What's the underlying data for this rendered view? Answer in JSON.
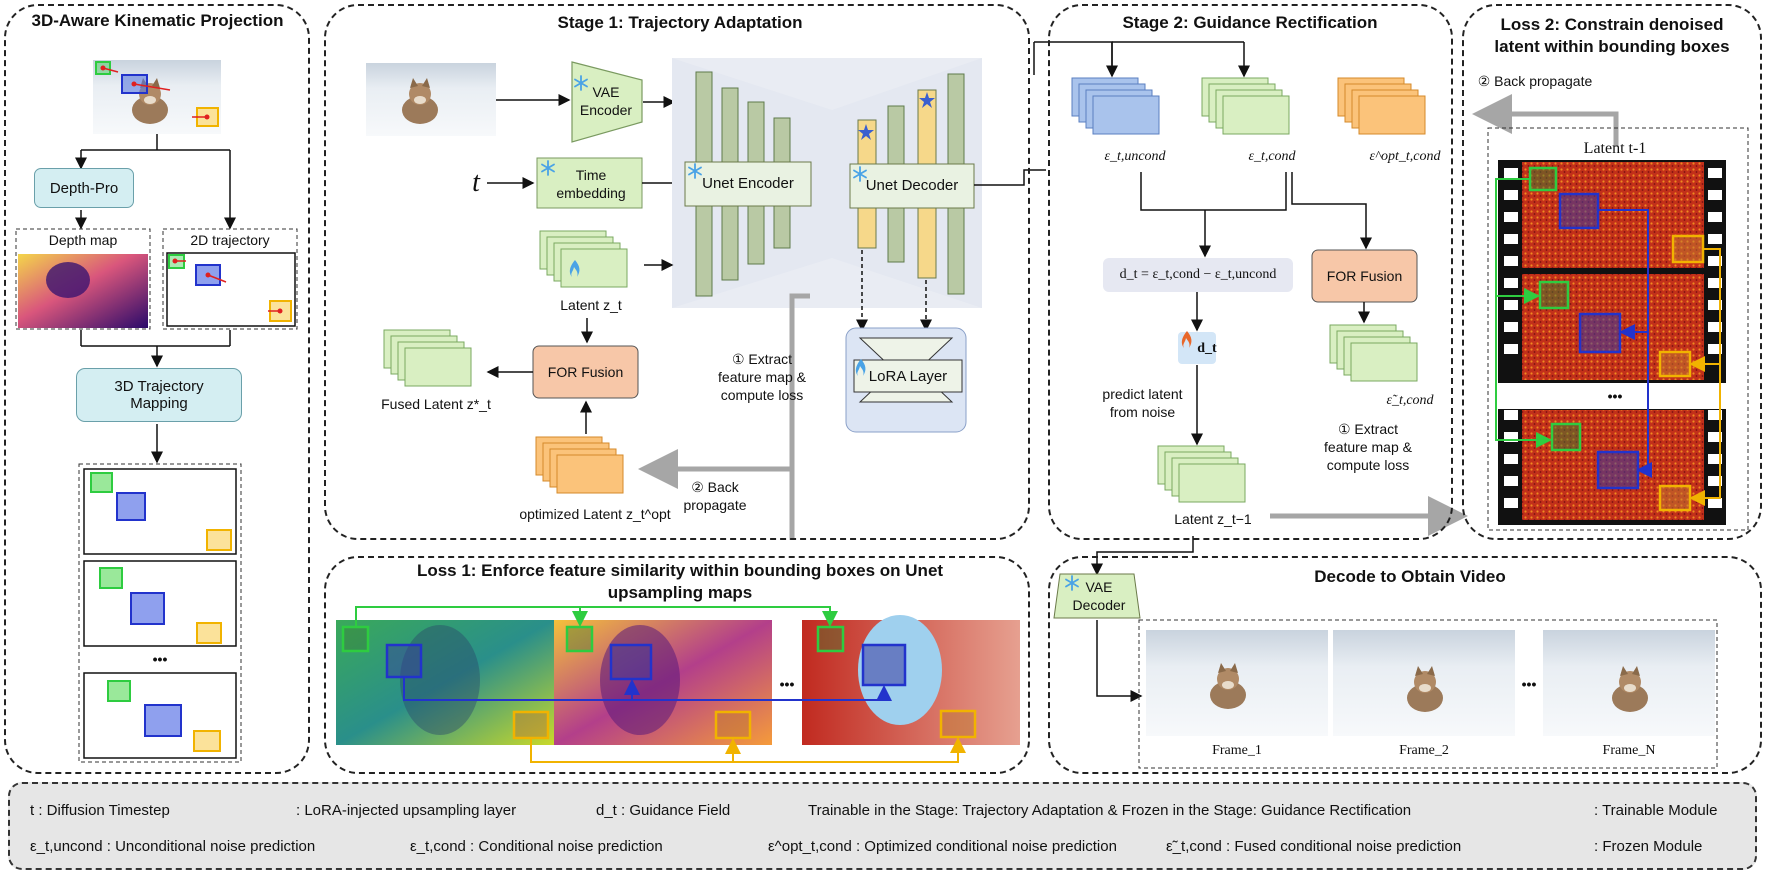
{
  "panels": {
    "kinematic": {
      "title": "3D-Aware Kinematic Projection"
    },
    "stage1": {
      "title": "Stage 1: Trajectory Adaptation"
    },
    "stage2": {
      "title": "Stage 2:  Guidance Rectification"
    },
    "loss2": {
      "title": "Loss 2: Constrain denoised latent within bounding boxes"
    },
    "loss1": {
      "title": "Loss 1: Enforce feature similarity within bounding boxes on Unet upsampling maps"
    },
    "decode": {
      "title": "Decode to Obtain Video"
    }
  },
  "kinematic": {
    "depth_pro": "Depth-Pro",
    "depth_map": "Depth map",
    "trajectory_2d": "2D trajectory",
    "mapping": "3D Trajectory Mapping",
    "ellipsis": "•••"
  },
  "stage1": {
    "vae_encoder": "VAE Encoder",
    "time_symbol": "t",
    "time_embedding": "Time embedding",
    "unet_encoder": "Unet Encoder",
    "unet_decoder": "Unet Decoder",
    "latent_label": "Latent z_t",
    "for_fusion": "FOR Fusion",
    "fused_latent": "Fused Latent z*_t",
    "optimized_latent": "optimized Latent z_t^opt",
    "back_propagate": "② Back propagate",
    "extract": "① Extract feature map & compute loss",
    "lora_layer": "LoRA Layer"
  },
  "stage2": {
    "eps_uncond": "ε_t,uncond",
    "eps_cond": "ε_t,cond",
    "eps_opt": "ε^opt_t,cond",
    "guidance_eq": "d_t = ε_t,cond − ε_t,uncond",
    "dt": "d_t",
    "predict": "predict latent from noise",
    "for_fusion": "FOR Fusion",
    "eps_fused": "ε̃_t,cond",
    "latent_next": "Latent z_t−1",
    "extract": "① Extract feature map & compute loss"
  },
  "loss2": {
    "back_propagate": "② Back propagate",
    "latent": "Latent t-1",
    "ellipsis": "•••"
  },
  "loss1": {
    "ellipsis": "•••"
  },
  "decode": {
    "vae_decoder": "VAE Decoder",
    "frames": [
      "Frame_1",
      "Frame_2",
      "Frame_N"
    ],
    "ellipsis": "•••"
  },
  "legend": {
    "timestep": "t : Diffusion Timestep",
    "lora_injected": ": LoRA-injected upsampling layer",
    "guidance": "d_t : Guidance Field",
    "trainable_stage": "Trainable in the Stage: Trajectory Adaptation & Frozen in the Stage:  Guidance Rectification",
    "trainable_module": ": Trainable Module",
    "uncond": "ε_t,uncond : Unconditional noise prediction",
    "cond": "ε_t,cond : Conditional noise prediction",
    "opt": "ε^opt_t,cond : Optimized conditional noise prediction",
    "fused": "ε̃_t,cond : Fused conditional noise prediction",
    "frozen": ": Frozen Module"
  },
  "colors": {
    "unet": "#b9c9a4",
    "lora": "#f6d88a",
    "fusion": "#f7c7a8",
    "info": "#d4eef2",
    "green_latent": "#d9efc2",
    "blue_latent": "#a9c3ec",
    "orange_latent": "#fbc37a",
    "bbox_green": "#2ecc40",
    "bbox_blue": "#2233cc",
    "bbox_yellow": "#f1b300",
    "arrow_gray": "#a6a6a6"
  },
  "icons": {
    "frozen": "snowflake-icon",
    "trainable": "flame-icon",
    "lora_trainable": "blue-flame-icon",
    "star": "star-icon"
  }
}
